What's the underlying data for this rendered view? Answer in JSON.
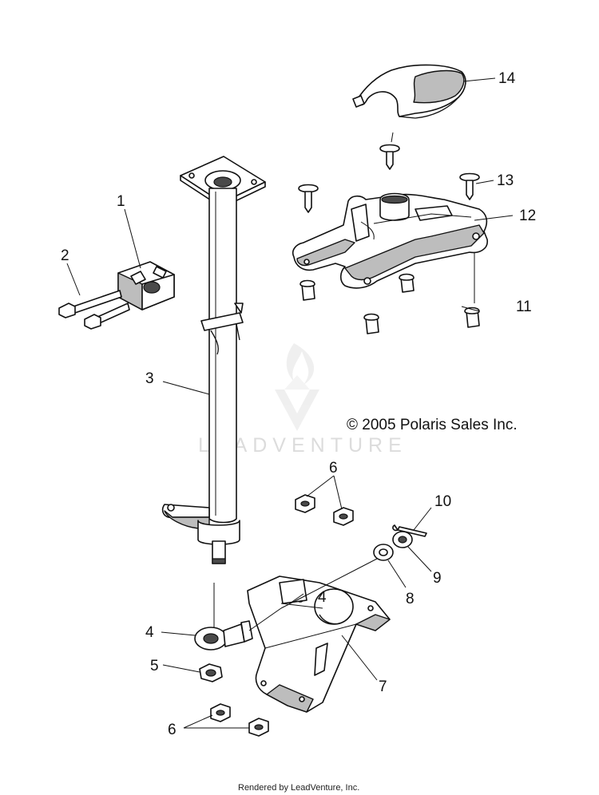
{
  "callouts": {
    "c1": "1",
    "c2": "2",
    "c3": "3",
    "c4a": "4",
    "c4b": "4",
    "c5": "5",
    "c6a": "6",
    "c6b": "6",
    "c7": "7",
    "c8": "8",
    "c9": "9",
    "c10": "10",
    "c11": "11",
    "c12": "12",
    "c13": "13",
    "c14": "14"
  },
  "copyright": "© 2005 Polaris Sales Inc.",
  "watermark": "LEADVENTURE",
  "footer": "Rendered by LeadVenture, Inc.",
  "colors": {
    "ink": "#111111",
    "shade": "#bdbdbd",
    "watermark": "#dcdcdc"
  }
}
